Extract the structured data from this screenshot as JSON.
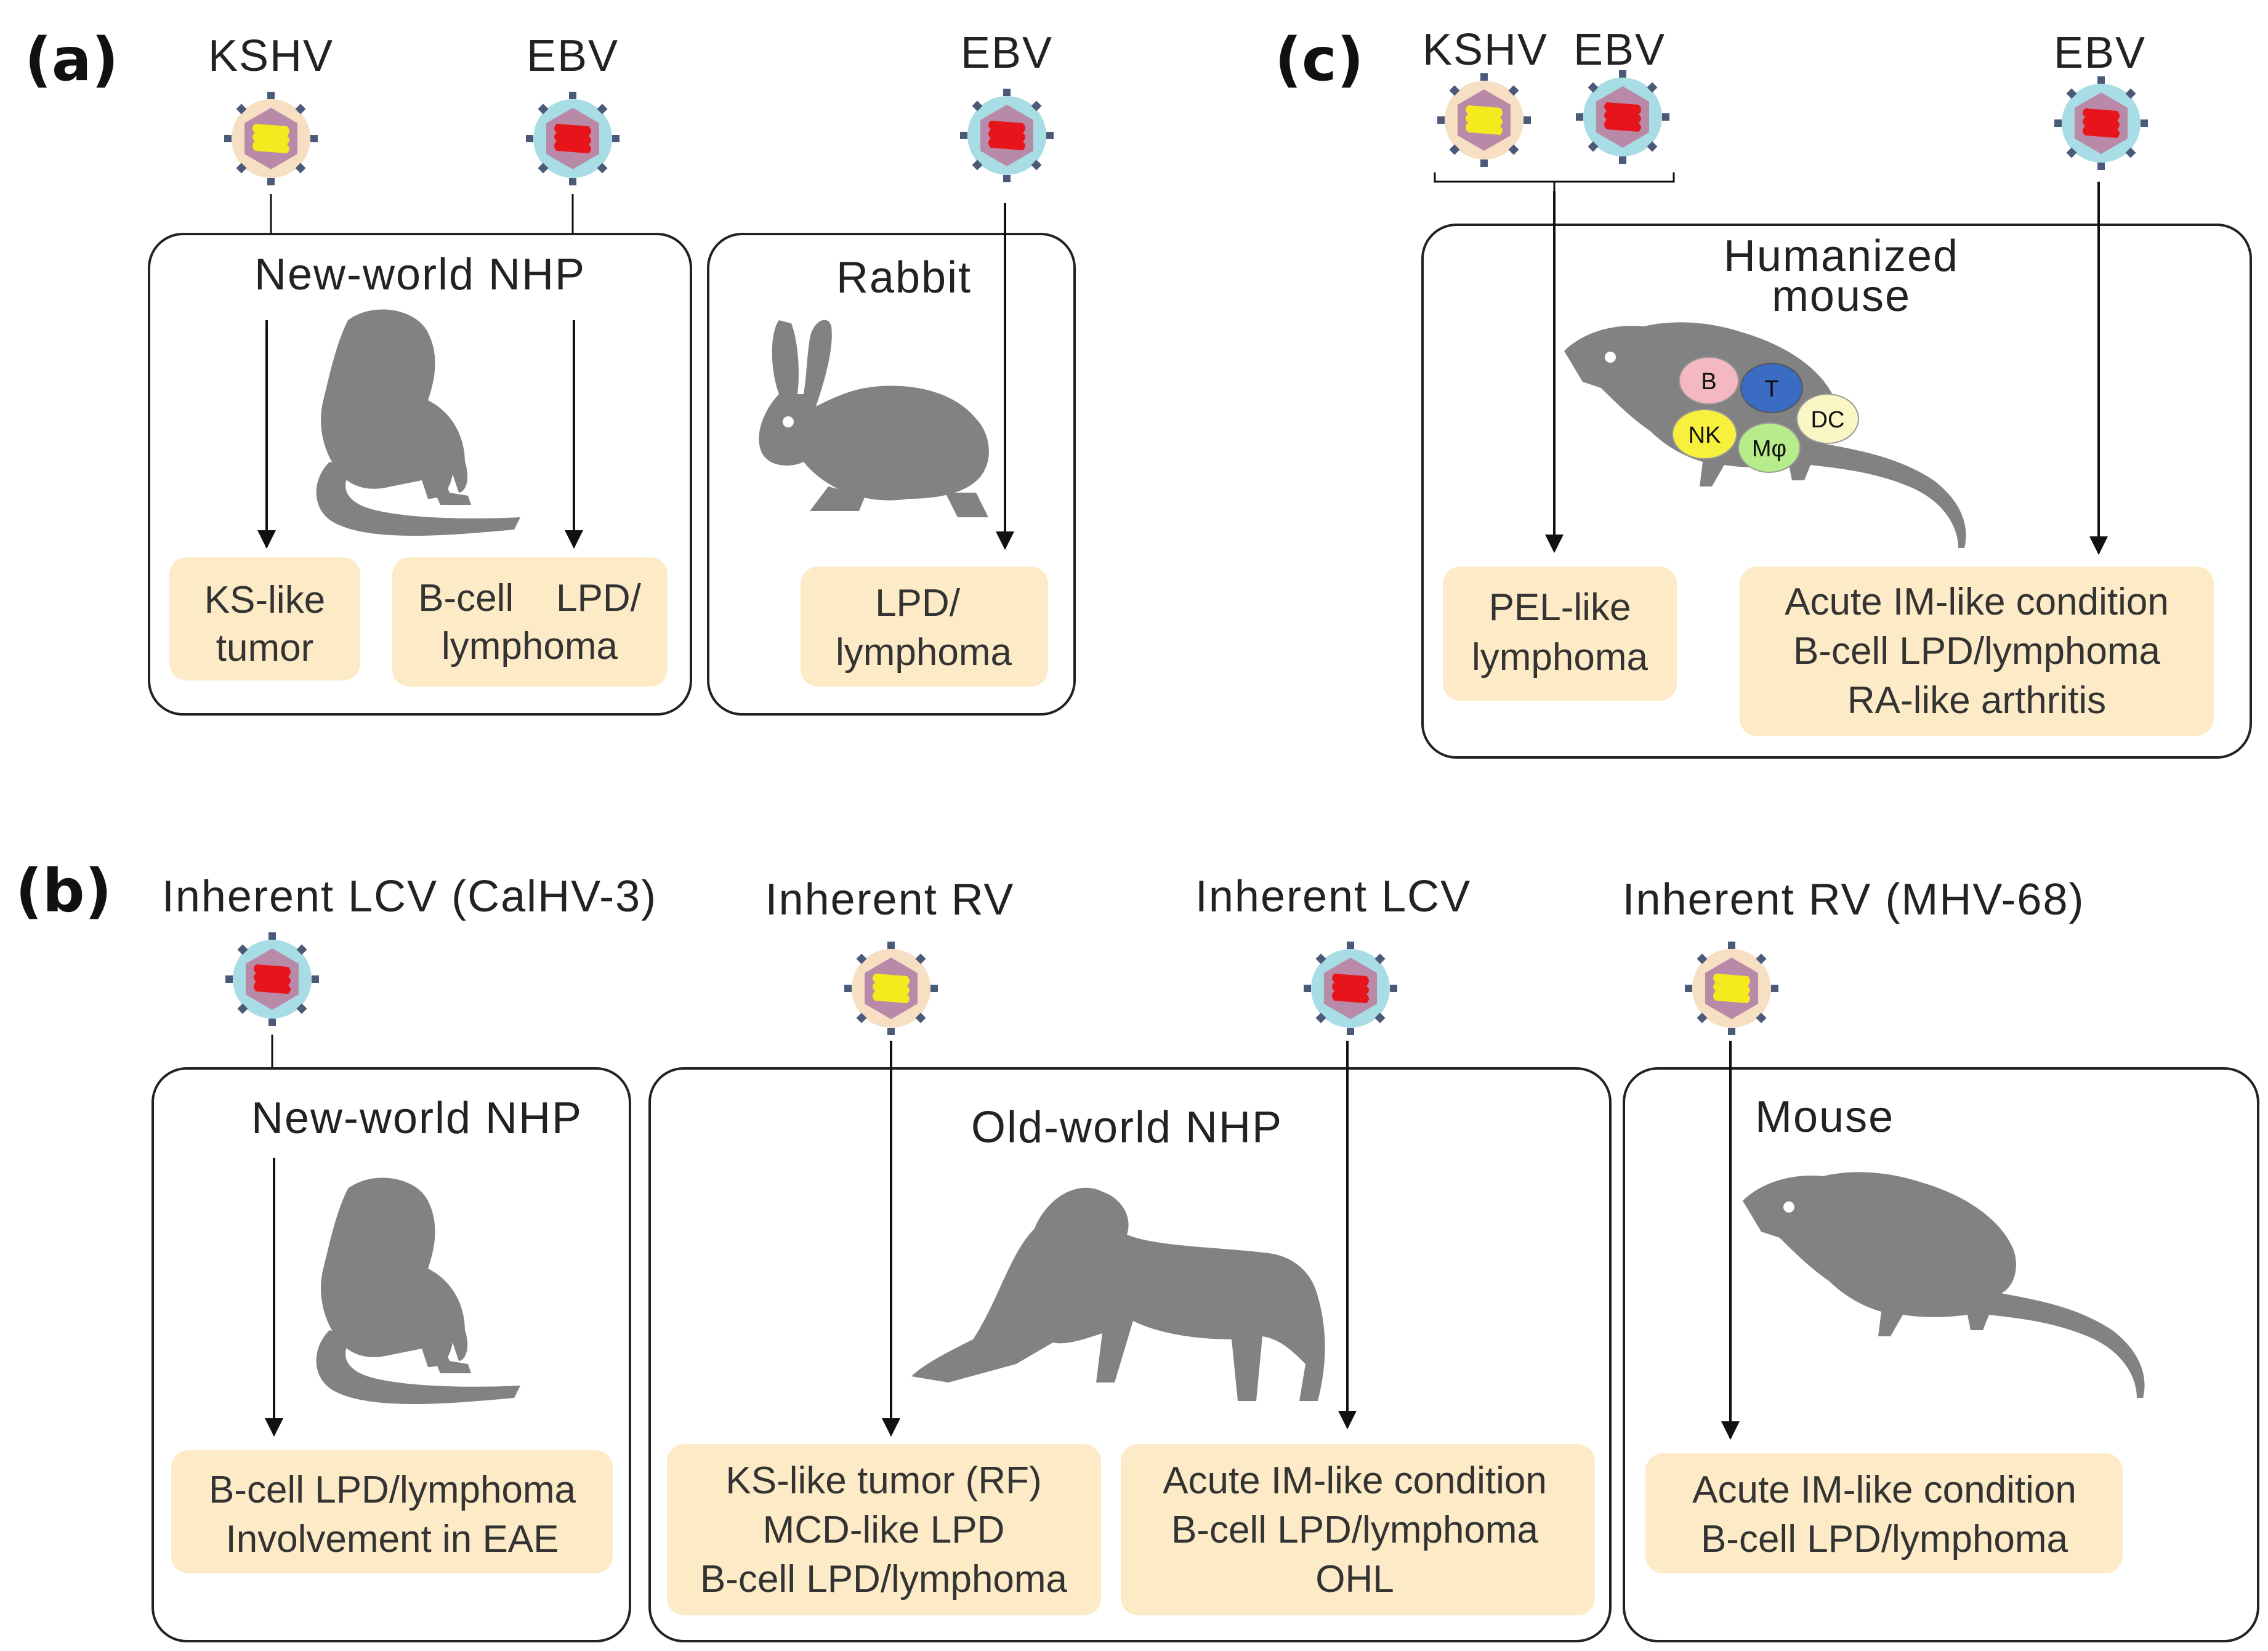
{
  "panels": {
    "a": {
      "letter": "(a)",
      "viruses": {
        "kshv": "KSHV",
        "ebv1": "EBV",
        "ebv2": "EBV"
      },
      "hosts": {
        "nhp": {
          "title": "New-world NHP",
          "outcome_kshv": [
            "KS-like",
            "tumor"
          ],
          "outcome_ebv": [
            "B-cell    LPD/",
            "lymphoma"
          ]
        },
        "rabbit": {
          "title": "Rabbit",
          "outcome": [
            "LPD/",
            "lymphoma"
          ]
        }
      }
    },
    "b": {
      "letter": "(b)",
      "viruses": {
        "lcv_calhv": "Inherent LCV (CalHV-3)",
        "rv": "Inherent RV",
        "lcv": "Inherent LCV",
        "rv_mhv": "Inherent RV (MHV-68)"
      },
      "hosts": {
        "nhp_new": {
          "title": "New-world NHP",
          "outcome": [
            "B-cell LPD/lymphoma",
            "Involvement in EAE"
          ]
        },
        "nhp_old": {
          "title": "Old-world NHP",
          "outcome_rv": [
            "KS-like tumor (RF)",
            "MCD-like LPD",
            "B-cell LPD/lymphoma"
          ],
          "outcome_lcv": [
            "Acute IM-like condition",
            "B-cell LPD/lymphoma",
            "OHL"
          ]
        },
        "mouse": {
          "title": "Mouse",
          "outcome": [
            "Acute IM-like condition",
            "B-cell LPD/lymphoma"
          ]
        }
      }
    },
    "c": {
      "letter": "(c)",
      "viruses": {
        "kshv": "KSHV",
        "ebv1": "EBV",
        "ebv2": "EBV"
      },
      "host": {
        "title": [
          "Humanized",
          "mouse"
        ],
        "cells": [
          "B",
          "T",
          "NK",
          "Mφ",
          "DC"
        ],
        "outcome_left": [
          "PEL-like",
          "lymphoma"
        ],
        "outcome_right": [
          "Acute IM-like condition",
          "B-cell LPD/lymphoma",
          "RA-like arthritis"
        ]
      }
    }
  },
  "colors": {
    "kshv_genome": "#f5ea1e",
    "ebv_genome": "#e8141c",
    "kshv_envelope": "#f7dfc4",
    "ebv_envelope": "#a9dde6",
    "capsid": "#b88aa8",
    "outcome_fill": "#fcebc6",
    "silhouette": "#828282",
    "cell_b": "#f4b8c0",
    "cell_t": "#3a6cc4",
    "cell_nk": "#f7f13e",
    "cell_mphi": "#b6ec8a",
    "cell_dc": "#fbf6c6"
  },
  "icons": [
    "kshv-virion-icon",
    "ebv-virion-icon",
    "marmoset-icon",
    "rabbit-icon",
    "mouse-icon",
    "macaque-icon"
  ]
}
